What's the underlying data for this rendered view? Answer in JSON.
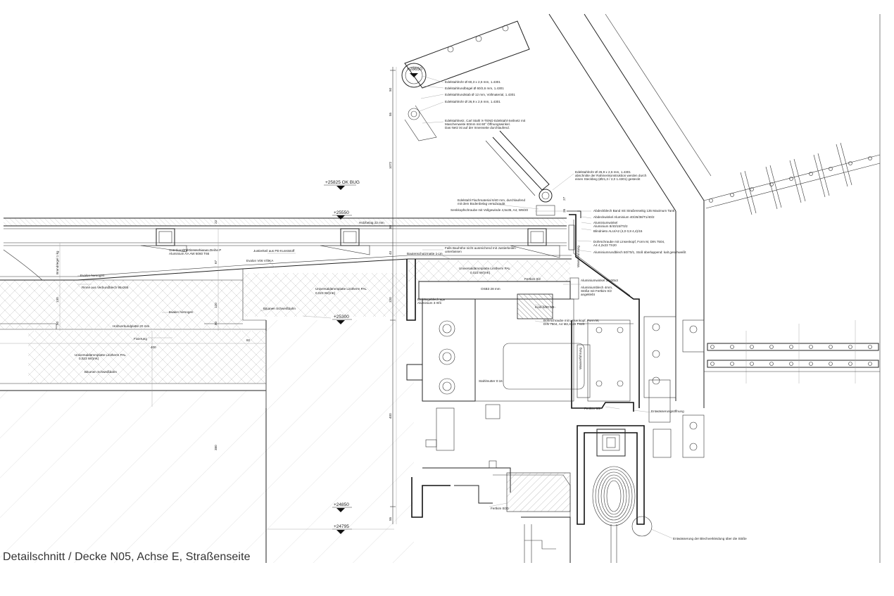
{
  "caption": "Detailschnitt / Decke N05, Achse E, Straßenseite",
  "levels": [
    {
      "id": "l28650",
      "text": "+28650"
    },
    {
      "id": "l25825",
      "text": "+25825 OK BUG"
    },
    {
      "id": "l25550",
      "text": "+25550"
    },
    {
      "id": "l25300",
      "text": "+25300"
    },
    {
      "id": "l24850",
      "text": "+24850"
    },
    {
      "id": "l24795",
      "text": "+24795"
    }
  ],
  "notes": {
    "n1": "Edelstahlrohr Ø 60,3 x 2,6 mm, 1.4301",
    "n2": "Edelstahlrundbügel Ø 60/2,6 mm, 1.4301",
    "n3": "Edelstahlrundstab Ø 12 mm, Vollmaterial, 1.4301",
    "n4": "Edelstahlrohr Ø 26,9 x 2,6 mm, 1.4301",
    "n5a": "Edelstahlnetz, Carl Stahl X-TEND Edelstahl-Seilnetz mit",
    "n5b": "Maschenweite 60mm mit 60° Öffnungswinkel.",
    "n5c": "Das Netz ist auf der Innenseite durchlaufend.",
    "n6a": "Edelstahlrohr Ø 26,9 x 2,6 mm, 1.4301",
    "n6b": "abschnitte der Rahmenkonstruktion werden durch",
    "n6c": "einen Steckbeg (Ø21,3 / 2,0 1.4301) gesteckt",
    "n7a": "Edelstahl Flachmaterial 6/40 mm, durchlaufend",
    "n7b": "mit dem Bodenbelag verschraubt",
    "n8": "Senkkopfschraube mit Vollgewinde 4,5x35, A4, W9/20",
    "n9": "Holzbelag 22 mm",
    "n10": "Abdeckblech Band mit Straßenseitig 135 Maximum Tank",
    "n11": "Abdeckwinkel Aluminium 40/26/38/T1/40/2",
    "n12a": "Aluminiumwinkel",
    "n12b": "Aluminium 8/40/15/T0/2",
    "n13": "Blindnieto ALU/A2 (4,0 0,8 4,4)/15",
    "n14a": "Unterkonstruktionsschienen Reihe P",
    "n14b": "Aluminium AA AW 6060 T66",
    "n15": "Justierkeil aus PE-Kunststoff",
    "n16a": "Dohrschraube mit Linsenkopf, Form M, DIN 7504,",
    "n16b": "A4 4,2x23 TX20",
    "n17": "Aluminiumrundblech 50/70/1, Stoß überlappend: kalt geschweißt",
    "n18": "Bautenschutzmatte 1 cm",
    "n19a": "Falls Bauhöhe nicht ausreichend mit Justierkeilen",
    "n19b": "unterlassen",
    "n20": "Evalon homogen",
    "n21": "Rinne aus Verbundblech 95x265",
    "n22": "Evalon V06 V/SKA",
    "n23a": "Universaldämmplatte Linitherm PAL",
    "n23b": "0,023 W/(mK)",
    "n24": "Bitumen Schweißbahn",
    "n25": "Evalon homogen",
    "n26": "Holzverbundplatte 20 mm",
    "n27": "Fixierung",
    "n28a": "Universaldämmplatte Linitherm PAL",
    "n28b": "0,023 W/(mK)",
    "n29": "Bitumen Schweißbahn",
    "n30a": "Universaldämmplatte Linitherm PAL",
    "n30b": "0,023 W/(mK)",
    "n31": "Fertkim 0/2",
    "n32": "OSB3 28 mm",
    "n33a": "Einhängeblech aus",
    "n33b": "Aluminium 3 mm",
    "n34": "Kont-5/bs 0/3",
    "n35a": "Aluminiumwinkel 30x30x3",
    "n35b": "Aluminiumblech 4mm,",
    "n35c": "Stöße mit Fertkim 0/2",
    "n35d": "angeklebt",
    "n36a": "Bohrschraube mit Linsenkopf, Form M,",
    "n36b": "DIN 7504, A4 M2,4x20 TX20",
    "n37": "Stahlmutter 0:16",
    "n38": "Fertkim 0/2",
    "n39": "Entwässerungsöffnung",
    "n40": "Fertkim 0/20",
    "n41": "Entwässerung der Blechverkleidung über die Stöße",
    "v1": "Wasserführung",
    "v2": "Wasserführung",
    "v3": "Brandriegel 1 kg"
  },
  "dimensions": {
    "d1": "50",
    "d2": "55",
    "d3": "1072",
    "d4": "27",
    "d5": "26",
    "d6": "22",
    "d7": "67",
    "d8": "43",
    "d9": "120",
    "d10": "50",
    "d11": "130",
    "d12": "82",
    "d13": "120",
    "d14": "50",
    "d15": "80",
    "d16": "400",
    "d17": "400",
    "d18": "380",
    "d19": "55"
  },
  "colors": {
    "line": "#222222",
    "paper": "#ffffff",
    "hatch": "#8a8a8a"
  }
}
